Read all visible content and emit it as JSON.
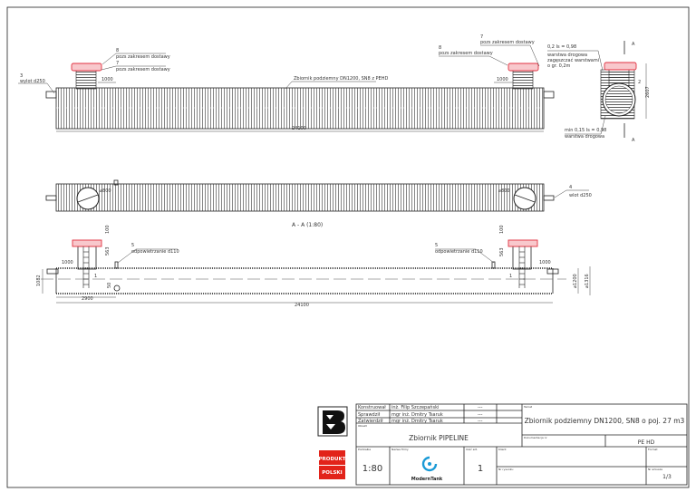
{
  "top_view": {
    "item3": "3",
    "item3_label": "wylot d250",
    "item8_left": "8",
    "item8_left_label": "pozs zakresem dostawy",
    "item7_left": "7",
    "item7_left_label": "pozs zakresem dostawy",
    "dim_left": "1000",
    "tank_label": "Zbiornik podziemny DN1200, SN8 z PEHD",
    "item8_right": "8",
    "item8_right_label": "pozs zakresem dostawy",
    "item7_right": "7",
    "item7_right_label": "pozs zakresem dostawy",
    "dim_right": "1000",
    "length": "24100"
  },
  "side_view": {
    "top_note": [
      "0,2 Is = 0,98",
      "warstwa drogowa",
      "zagęszczać warstwami",
      "o gr. 0,2m"
    ],
    "bottom_note": [
      "min 0,15 Is = 0,98",
      "warstwa drogowa"
    ],
    "item2": "2",
    "height": "2607",
    "section_mark": "A"
  },
  "plan_view": {
    "dn_left": "⌀800",
    "dn_right": "⌀800",
    "item4": "4",
    "item4_label": "wlot d250"
  },
  "section": {
    "title": "A - A (1:80)",
    "dim100_l": "100",
    "dim563_l": "563",
    "item5_l": "5",
    "item5_l_label": "odpowietrzanie d110",
    "dim1000_l": "1000",
    "dim1082": "1082",
    "dim2900": "2900",
    "dim50": "50",
    "item1_l": "1",
    "length": "24100",
    "dim100_r": "100",
    "dim563_r": "563",
    "item5_r": "5",
    "item5_r_label": "odpowietrzanie d110",
    "dim1000_r": "1000",
    "item1_r": "1",
    "dn1200": "⌀1200",
    "dn1316": "⌀1316"
  },
  "title_block": {
    "rows": [
      {
        "role": "Konstruował",
        "name": "inż. Filip Szczepański",
        "c1": "---",
        "c2": ""
      },
      {
        "role": "Sprawdził",
        "name": "mgr inż. Dmitry Tsaruk",
        "c1": "---",
        "c2": ""
      },
      {
        "role": "Zatwierdził",
        "name": "mgr inż. Dmitry Tsaruk",
        "c1": "---",
        "c2": ""
      }
    ],
    "subject_label": "Temat",
    "title": "Zbiornik podziemny DN1200, SN8 o poj. 27 m3",
    "object_label": "Obiekt",
    "object": "Zbiornik PIPELINE",
    "material_label": "Dokumentacja nr",
    "material": "PE HD",
    "scale_label": "Podziałka",
    "scale": "1:80",
    "company_label": "Nazwa firmy",
    "company": "ModernTank",
    "sheet_label": "Ilość szt.",
    "sheet": "1",
    "client_label": "Klient",
    "drawing_no_label": "Nr rysunku",
    "format_label": "Format",
    "page_label": "Nr arkusza",
    "page": "1/3",
    "produkt": "PRODUKT",
    "polski": "POLSKI"
  }
}
